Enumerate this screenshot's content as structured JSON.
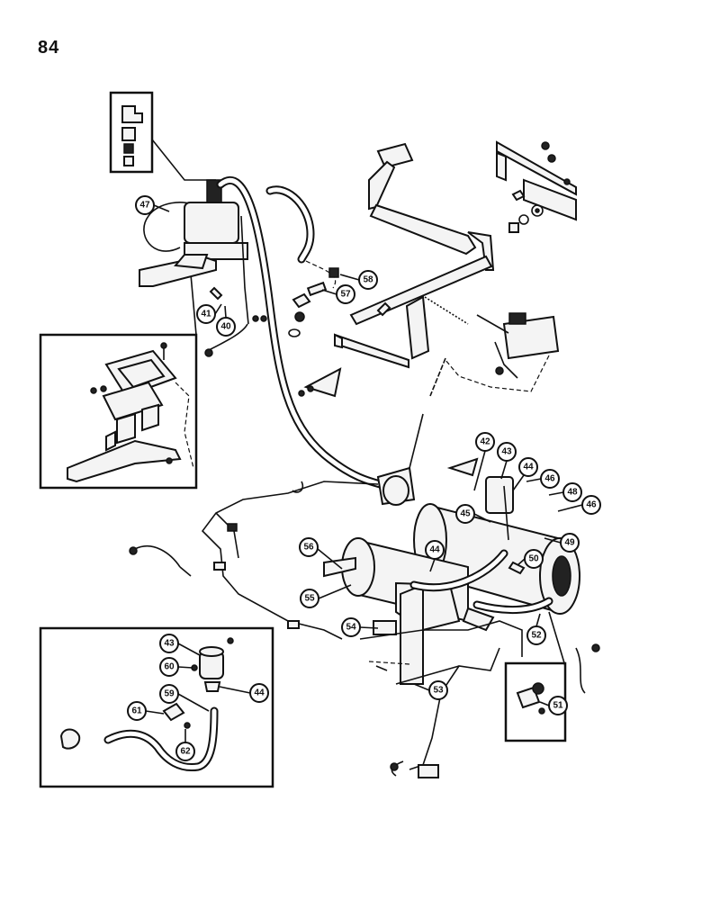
{
  "page": {
    "number": "84"
  },
  "callouts": [
    {
      "id": "c47",
      "label": "47"
    },
    {
      "id": "c41",
      "label": "41"
    },
    {
      "id": "c40",
      "label": "40"
    },
    {
      "id": "c58",
      "label": "58"
    },
    {
      "id": "c57",
      "label": "57"
    },
    {
      "id": "c42",
      "label": "42"
    },
    {
      "id": "c43",
      "label": "43"
    },
    {
      "id": "c44a",
      "label": "44"
    },
    {
      "id": "c46a",
      "label": "46"
    },
    {
      "id": "c45",
      "label": "45"
    },
    {
      "id": "c48",
      "label": "48"
    },
    {
      "id": "c46b",
      "label": "46"
    },
    {
      "id": "c49",
      "label": "49"
    },
    {
      "id": "c50",
      "label": "50"
    },
    {
      "id": "c56",
      "label": "56"
    },
    {
      "id": "c44b",
      "label": "44"
    },
    {
      "id": "c55",
      "label": "55"
    },
    {
      "id": "c54",
      "label": "54"
    },
    {
      "id": "c52",
      "label": "52"
    },
    {
      "id": "c53",
      "label": "53"
    },
    {
      "id": "c51",
      "label": "51"
    },
    {
      "id": "c43b",
      "label": "43"
    },
    {
      "id": "c60",
      "label": "60"
    },
    {
      "id": "c59",
      "label": "59"
    },
    {
      "id": "c44c",
      "label": "44"
    },
    {
      "id": "c61",
      "label": "61"
    },
    {
      "id": "c62",
      "label": "62"
    }
  ]
}
